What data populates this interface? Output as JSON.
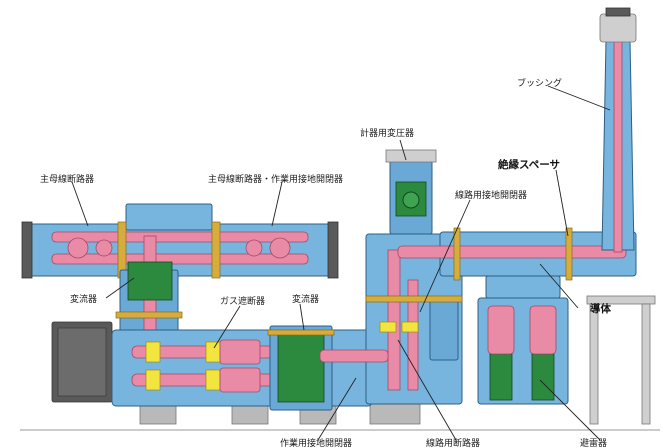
{
  "labels": {
    "bushing": "ブッシング",
    "vt": "計器用変圧器",
    "main_bus_ds": "主母線断路器",
    "main_bus_ds_es": "主母線断路器・作業用接地開閉器",
    "insulating_spacer": "絶縁スペーサ",
    "line_es": "線路用接地開閉器",
    "ct_left": "変流器",
    "gcb": "ガス遮断器",
    "ct_right": "変流器",
    "conductor": "導体",
    "work_es": "作業用接地開閉器",
    "line_ds": "線路用断路器",
    "arrester": "避雷器"
  },
  "colors": {
    "enclosure": "#77b5df",
    "conductor": "#e98aa7",
    "spacer": "#d6ad3c",
    "contact": "#f2e540",
    "current_transformer": "#2c8a3e"
  }
}
